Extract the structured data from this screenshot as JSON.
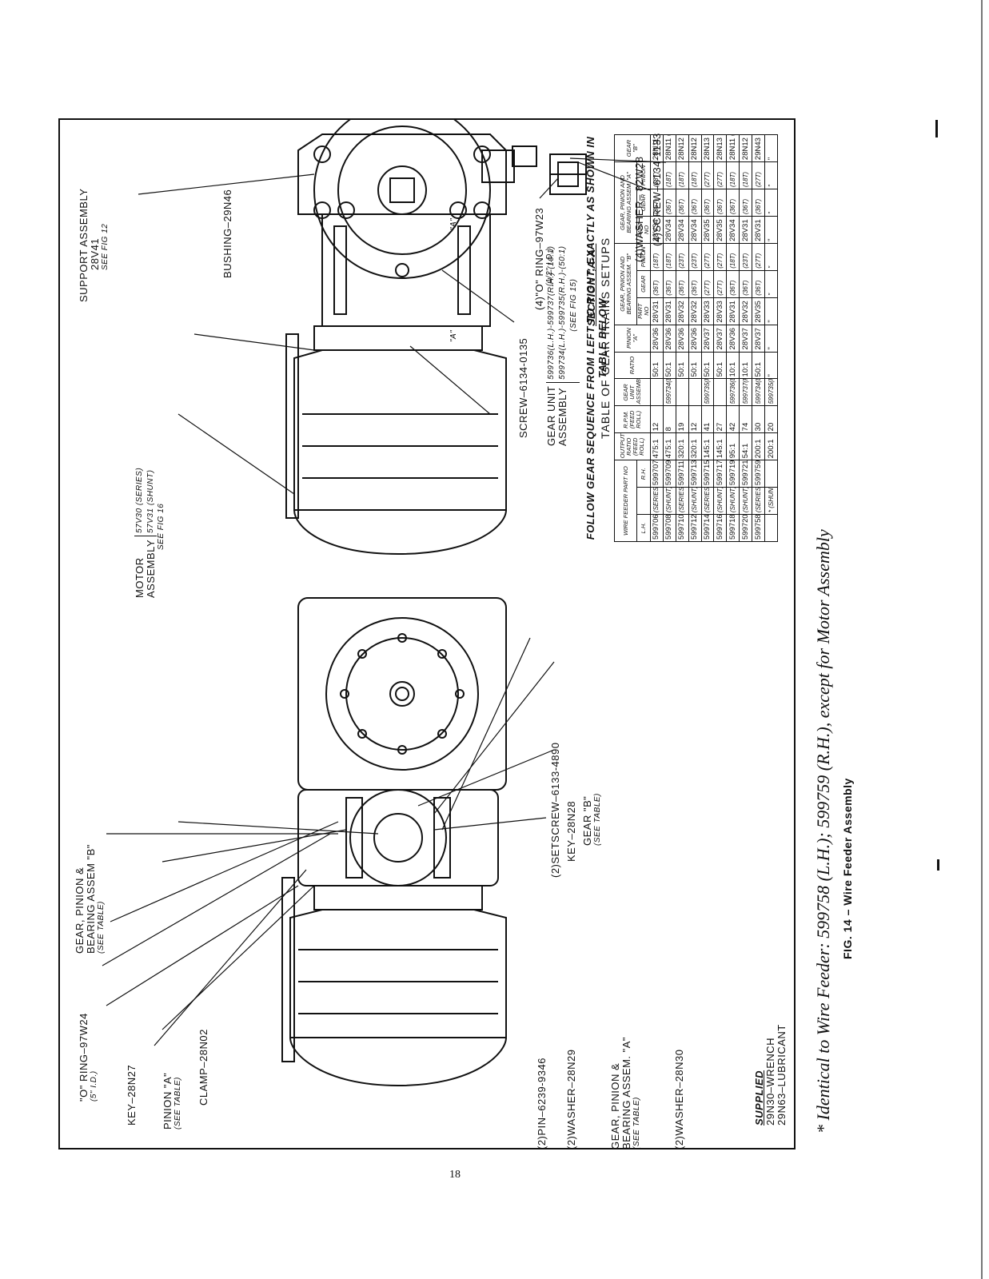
{
  "labels": {
    "support_assembly": "SUPPORT ASSEMBLY",
    "support_part": "28V41",
    "support_see": "SEE FIG 12",
    "motor": "MOTOR",
    "motor_assembly": "ASSEMBLY",
    "motor_series": "57V30 (SERIES)",
    "motor_shunt": "57V31 (SHUNT)",
    "motor_see": "SEE FIG 16",
    "bushing": "BUSHING–29N46",
    "screw_0135": "SCREW–6134-0135",
    "gear_unit": "GEAR UNIT",
    "gear_unit_assembly": "ASSEMBLY",
    "gear_unit_lh": "599736(L.H.)-599737(R.H.)-(10:1)",
    "gear_unit_rh": "599734(L.H.)-599735(R.H.)-(50:1)",
    "gear_unit_see": "(SEE FIG 15)",
    "oring_97w23": "(4)\"O\" RING–97W23",
    "oring_97w23_id": "(1/2\" I.D.)",
    "section_aa": "SECTION \"A-A\"",
    "washer_82w28": "(4)WASHER– 82W28",
    "screw_1133": "(4)SCREW–6134-1133",
    "oring_97w24": "\"O\" RING–97W24",
    "oring_97w24_id": "(5\" I.D.)",
    "gear_pinion_b": "GEAR, PINION &",
    "bearing_assem_b": "BEARING ASSEM \"B\"",
    "see_table": "(SEE TABLE)",
    "setscrew": "(2)SETSCREW–6133-4890",
    "key_28n28": "KEY–28N28",
    "gear_b": "GEAR \"B\"",
    "key_28n27": "KEY–28N27",
    "pinion_a": "PINION \"A\"",
    "clamp": "CLAMP–28N02",
    "pin": "(2)PIN–6239-9346",
    "washer_28n29": "(2)WASHER–28N29",
    "gear_pinion_a": "GEAR, PINION &",
    "bearing_assem_a": "BEARING ASSEM. \"A\"",
    "washer_28n30": "(2)WASHER–28N30",
    "section_mark_a": "\"A\"",
    "supplied": "SUPPLIED",
    "supplied_1": "29N30–WRENCH",
    "supplied_2": "29N63–LUBRICANT"
  },
  "table": {
    "follow_note": "FOLLOW GEAR SEQUENCE FROM LEFT TO RIGHT, EXACTLY AS SHOWN IN TABLE BELOW",
    "title": "TABLE OF GEAR TRAINS SETUPS",
    "headers": {
      "wire_feeder": "WIRE FEEDER PART NO",
      "lh": "L.H.",
      "rh": "R.H.",
      "output_ratio": "OUTPUT RATIO (FEED ROLL)",
      "rpm": "R.P.M. (FEED ROLL)",
      "gear_unit": "GEAR UNIT ASSEMBLY",
      "ratio": "RATIO",
      "pinion_a": "PINION \"A\"",
      "gpb_b": "GEAR, PINION AND BEARING ASSEM. \"B\"",
      "gpb_a": "GEAR, PINION AND BEARING ASSEM. \"A\"",
      "part_no": "PART NO",
      "gear": "GEAR",
      "pinion": "PINION",
      "gear_b": "GEAR \"B\""
    },
    "rows": [
      {
        "lh": "599706",
        "type": "(SERIES)",
        "rh": "599707",
        "out": "475:1",
        "rpm": "12",
        "unit": "",
        "ratio": "50:1",
        "pinion_a": "28V36 (16T)",
        "b_part": "28V31",
        "b_gear": "(36T)",
        "b_pin": "(18T)",
        "a_part": "28V34",
        "a_gear": "(36T)",
        "a_pin": "(18T)",
        "gear_b": "28N11 (36T)"
      },
      {
        "lh": "599708",
        "type": "(SHUNT)",
        "rh": "599709",
        "out": "475:1",
        "rpm": "8",
        "unit": "599734(L.H.)",
        "ratio": "50:1",
        "pinion_a": "28V36 (16T)",
        "b_part": "28V31",
        "b_gear": "(36T)",
        "b_pin": "(18T)",
        "a_part": "28V34",
        "a_gear": "(36T)",
        "a_pin": "(18T)",
        "gear_b": "28N11 (36T)"
      },
      {
        "lh": "599710",
        "type": "(SERIES)",
        "rh": "599711",
        "out": "320:1",
        "rpm": "19",
        "unit": "",
        "ratio": "50:1",
        "pinion_a": "28V36 (16T)",
        "b_part": "28V32",
        "b_gear": "(36T)",
        "b_pin": "(23T)",
        "a_part": "28V34",
        "a_gear": "(36T)",
        "a_pin": "(18T)",
        "gear_b": "28N12 (31T)"
      },
      {
        "lh": "599712",
        "type": "(SHUNT)",
        "rh": "599713",
        "out": "320:1",
        "rpm": "12",
        "unit": "",
        "ratio": "50:1",
        "pinion_a": "28V36 (16T)",
        "b_part": "28V32",
        "b_gear": "(36T)",
        "b_pin": "(23T)",
        "a_part": "28V34",
        "a_gear": "(36T)",
        "a_pin": "(18T)",
        "gear_b": "28N12 (31T)"
      },
      {
        "lh": "599714",
        "type": "(SERIES)",
        "rh": "599715",
        "out": "145:1",
        "rpm": "41",
        "unit": "599735(R.H.)",
        "ratio": "50:1",
        "pinion_a": "28V37 (18T)",
        "b_part": "28V33",
        "b_gear": "(27T)",
        "b_pin": "(27T)",
        "a_part": "28V35",
        "a_gear": "(36T)",
        "a_pin": "(27T)",
        "gear_b": "28N13 (32T)"
      },
      {
        "lh": "599716",
        "type": "(SHUNT)",
        "rh": "599717",
        "out": "145:1",
        "rpm": "27",
        "unit": "",
        "ratio": "50:1",
        "pinion_a": "28V37 (18T)",
        "b_part": "28V33",
        "b_gear": "(27T)",
        "b_pin": "(27T)",
        "a_part": "28V35",
        "a_gear": "(36T)",
        "a_pin": "(27T)",
        "gear_b": "28N13 (32T)"
      },
      {
        "lh": "599718",
        "type": "(SHUNT)",
        "rh": "599719",
        "out": "95:1",
        "rpm": "42",
        "unit": "599736(L.H.)",
        "ratio": "10:1",
        "pinion_a": "28V36 (16T)",
        "b_part": "28V31",
        "b_gear": "(36T)",
        "b_pin": "(18T)",
        "a_part": "28V34",
        "a_gear": "(36T)",
        "a_pin": "(18T)",
        "gear_b": "28N11 (36T)"
      },
      {
        "lh": "599720",
        "type": "(SHUNT)",
        "rh": "599721",
        "out": "54:1",
        "rpm": "74",
        "unit": "599737(R.H.)",
        "ratio": "10:1",
        "pinion_a": "28V37 (18T)",
        "b_part": "28V32",
        "b_gear": "(36T)",
        "b_pin": "(23T)",
        "a_part": "28V31",
        "a_gear": "(36T)",
        "a_pin": "(18T)",
        "gear_b": "28N12 (31T)"
      },
      {
        "lh": "599758",
        "type": "(SERIES)",
        "rh": "599759",
        "out": "200:1",
        "rpm": "30",
        "unit": "599734(L.H.)",
        "ratio": "50:1",
        "pinion_a": "28V37 (18T)",
        "b_part": "28V35",
        "b_gear": "(36T)",
        "b_pin": "(27T)",
        "a_part": "28V31",
        "a_gear": "(36T)",
        "a_pin": "(27T)",
        "gear_b": "29N43 (27T)"
      },
      {
        "lh": "",
        "type": "* (SHUNT)",
        "rh": "",
        "out": "200:1",
        "rpm": "20",
        "unit": "599735(R.H.)",
        "ratio": "\"",
        "pinion_a": "\"",
        "b_part": "\"",
        "b_gear": "\"",
        "b_pin": "\"",
        "a_part": "\"",
        "a_gear": "\"",
        "a_pin": "\"",
        "gear_b": "\""
      }
    ]
  },
  "captions": {
    "italic_note": "* Identical to Wire Feeder: 599758 (L.H.); 599759 (R.H.), except for Motor Assembly",
    "fig_title": "FIG. 14 – Wire Feeder Assembly"
  },
  "page_number": "18"
}
